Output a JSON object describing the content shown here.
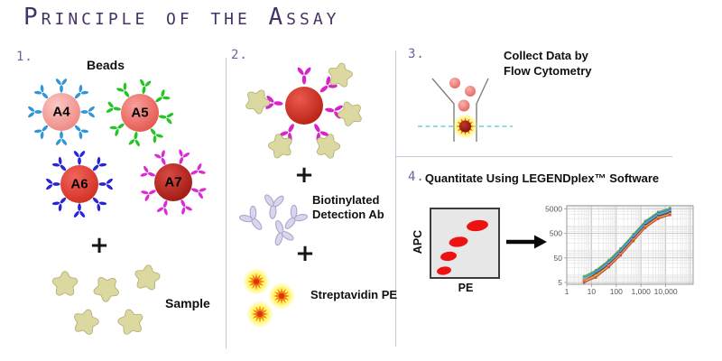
{
  "title": "Principle of the Assay",
  "colors": {
    "accent": "#463366",
    "step_number": "#6f5fa5",
    "divider": "#cdc4dc",
    "text": "#111111",
    "sample_blob": "#dbd99f",
    "sample_blob_edge": "#b4b279",
    "biotin_ab": "#d9d5ec",
    "biotin_ab_edge": "#a9a4c9",
    "starburst": "#f07b1a",
    "starburst_core": "#e0350c",
    "glow": "#fff34c",
    "funnel": "#7f7f7f",
    "laser_beam": "#93dbe1",
    "laser_star": "#ef6a10",
    "laser_bead_light": "#c0392f",
    "laser_bead_dark": "#7c0f08",
    "flow_bead_light": "#f7b3ae",
    "flow_bead_dark": "#e4625c",
    "dot_plot_bg": "#e7e7e7",
    "dot_plot_border": "#3c3c3c",
    "dot_plot_dot": "#ee1111",
    "arrow": "#0a0a0a",
    "chart_grid": "#e0e0e0",
    "chart_grid_major": "#c6c6c6",
    "chart_axis": "#9a9a9a"
  },
  "steps": {
    "s1": {
      "number": "1.",
      "beads_label": "Beads",
      "plus": "+",
      "sample_label": "Sample",
      "beads": [
        {
          "label": "A4",
          "ab_color": "#2f96d8",
          "bead_light": "#fbc9c4",
          "bead_dark": "#ec837c"
        },
        {
          "label": "A5",
          "ab_color": "#23c423",
          "bead_light": "#f8a09a",
          "bead_dark": "#e3524a"
        },
        {
          "label": "A6",
          "ab_color": "#2823d8",
          "bead_light": "#f2655c",
          "bead_dark": "#cf2a1f"
        },
        {
          "label": "A7",
          "ab_color": "#da2bd6",
          "bead_light": "#d94a43",
          "bead_dark": "#9a150f"
        }
      ]
    },
    "s2": {
      "number": "2.",
      "plus_top": "+",
      "plus_bottom": "+",
      "bead": {
        "ab_color": "#d823c9",
        "bead_light": "#ea5a4d",
        "bead_dark": "#b51d10"
      },
      "biotin_label_line1": "Biotinylated",
      "biotin_label_line2": "Detection Ab",
      "streptavidin_label": "Streptavidin PE"
    },
    "s3": {
      "number": "3.",
      "label_line1": "Collect Data by",
      "label_line2": "Flow Cytometry"
    },
    "s4": {
      "number": "4.",
      "title": "Quantitate Using LEGENDplex™ Software",
      "dot_plot": {
        "y_axis": "APC",
        "x_axis": "PE"
      }
    }
  },
  "chart_data": {
    "type": "line",
    "title": "",
    "xlabel": "",
    "ylabel": "",
    "x_scale": "log",
    "y_scale": "log",
    "grid": true,
    "legend": false,
    "x_ticks": [
      "1",
      "10",
      "100",
      "1,000",
      "10,000"
    ],
    "x_tick_values": [
      1,
      10,
      100,
      1000,
      10000
    ],
    "y_ticks": [
      "5",
      "50",
      "500",
      "5000"
    ],
    "y_tick_values": [
      5,
      50,
      500,
      5000
    ],
    "x": [
      5,
      15,
      50,
      150,
      500,
      1500,
      5000,
      15000
    ],
    "series": [
      {
        "color": "#70AD47",
        "values": [
          9,
          16,
          41,
          122,
          473,
          1620,
          3780,
          5400
        ]
      },
      {
        "color": "#4472C4",
        "values": [
          8,
          14,
          36,
          108,
          420,
          1440,
          3360,
          4800
        ]
      },
      {
        "color": "#2EB5B5",
        "values": [
          8,
          13,
          33,
          99,
          385,
          1320,
          3080,
          4400
        ]
      },
      {
        "color": "#5B9BD5",
        "values": [
          7,
          12,
          30,
          90,
          350,
          1200,
          2800,
          4000
        ]
      },
      {
        "color": "#A5A5A5",
        "values": [
          7,
          11,
          29,
          86,
          333,
          1140,
          2660,
          3800
        ]
      },
      {
        "color": "#264478",
        "values": [
          6,
          11,
          27,
          81,
          315,
          1080,
          2520,
          3600
        ]
      },
      {
        "color": "#7030A0",
        "values": [
          6,
          10,
          26,
          77,
          298,
          1020,
          2380,
          3400
        ]
      },
      {
        "color": "#ED7D31",
        "values": [
          6,
          10,
          24,
          72,
          280,
          960,
          2240,
          3200
        ]
      },
      {
        "color": "#FFC000",
        "values": [
          5,
          9,
          23,
          68,
          263,
          900,
          2100,
          3000
        ]
      },
      {
        "color": "#C0504D",
        "values": [
          5,
          8,
          21,
          63,
          245,
          840,
          1960,
          2800
        ]
      }
    ]
  }
}
